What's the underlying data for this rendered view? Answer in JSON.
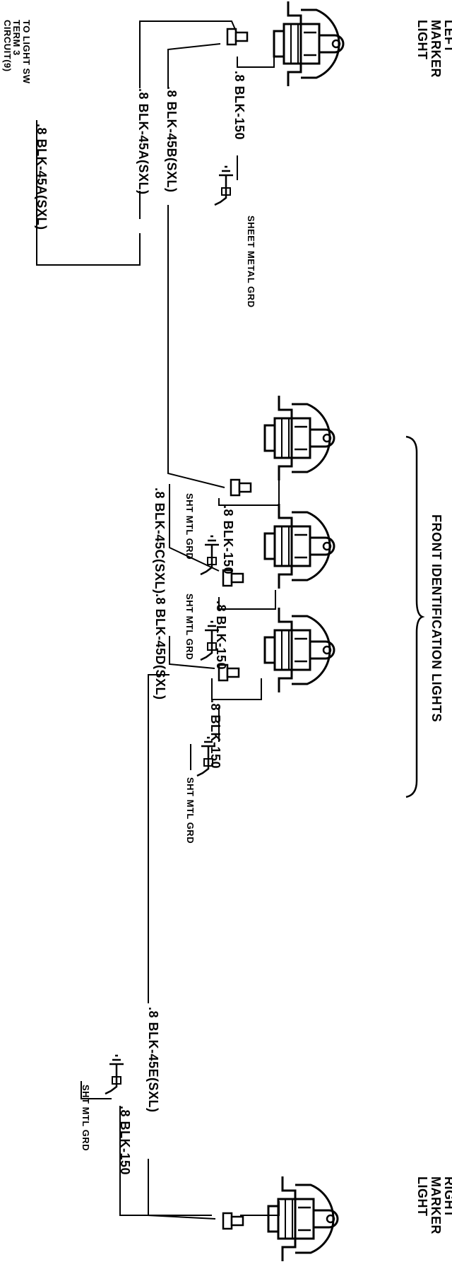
{
  "labels": {
    "left_marker": "LEFT\nMARKER\nLIGHT",
    "right_marker": "RIGHT\nMARKER\nLIGHT",
    "front_id": "FRONT IDENTIFICATION LIGHTS",
    "to_light_sw": "TO LIGHT SW\nTERM 3\nCIRCUIT(9)",
    "wire_45a_top": ".8 BLK-45A(SXL)",
    "wire_45a_mid": ".8 BLK-45A(SXL)",
    "wire_45b": ".8 BLK-45B(SXL)",
    "wire_150_left": ".8 BLK-150",
    "sheet_metal_grd": "SHEET  METAL  GRD",
    "wire_150_id1": ".8 BLK-150",
    "sht_mtl_grd_id1": "SHT MTL GRD",
    "wire_45c": ".8 BLK-45C(SXL)",
    "wire_150_id2": ".8 BLK-150",
    "sht_mtl_grd_id2": "SHT MTL GRD",
    "wire_45d": ".8 BLK-45D(SXL)",
    "wire_150_id3": ".8 BLK-150",
    "sht_mtl_grd_id3": "SHT  MTL  GRD",
    "wire_45e": ".8 BLK-45E(SXL)",
    "wire_150_right": ".8 BLK-150",
    "sht_mtl_grd_right": "SHT  MTL  GRD"
  }
}
